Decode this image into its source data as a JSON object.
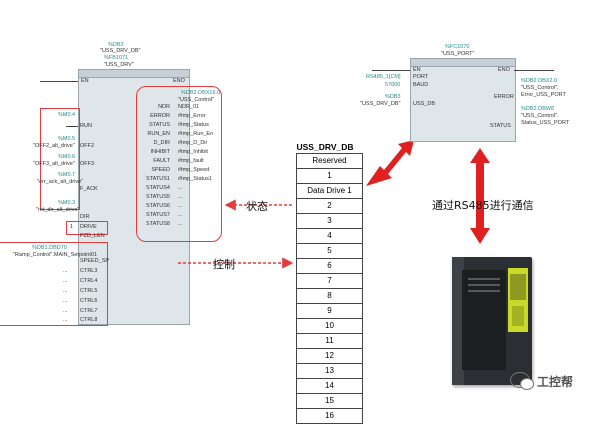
{
  "left_block": {
    "db_tag": "%DB3",
    "db_name": "\"USS_DRV_DB\"",
    "fb_tag": "%FB1071",
    "fb_name": "\"USS_DRV\"",
    "en": "EN",
    "eno": "ENO",
    "inputs": {
      "run_tag": "%M0.4",
      "run_pin": "RUN",
      "off2_tag": "%M0.5",
      "off2_var": "\"OFF2_alt_drive\"",
      "off2_pin": "OFF2",
      "off3_tag": "%M0.6",
      "off3_var": "\"OFF3_alt_drive\"",
      "off3_pin": "OFF3",
      "fack_tag": "%M0.7",
      "fack_var": "\"err_ack_alt_drive\"",
      "fack_pin": "F_ACK",
      "dir_tag": "%M0.3",
      "dir_var": "\"rot_dir_alt_drive\"",
      "dir_pin": "DIR",
      "drive_val": "1",
      "drive_pin": "DRIVE",
      "pzd_pin": "PZD_LEN",
      "speed_tag": "%DB1.DBD70",
      "speed_var": "\"Ramp_Control\".MAIN_Setpoint01",
      "speed_pin": "SPEED_SP",
      "ctrl_pins": [
        "CTRL3",
        "CTRL4",
        "CTRL5",
        "CTRL6",
        "CTRL7",
        "CTRL8"
      ],
      "ctrl_val": "..."
    },
    "outputs": {
      "tag": "%DB2.DBX16.0",
      "db": "\"USS_Control\"",
      "pins": [
        "NDR",
        "ERROR",
        "STATUS",
        "RUN_EN",
        "D_DIR",
        "INHIBIT",
        "FAULT",
        "SPEED",
        "STATUS1",
        "STATUS4",
        "STATUS5",
        "STATUS6",
        "STATUS7",
        "STATUS8"
      ],
      "values": [
        "NDR_01",
        "#tmp_Error",
        "#tmp_Status",
        "#tmp_Run_En",
        "#tmp_D_Dir",
        "#tmp_Inhibit",
        "#tmp_fault",
        "#tmp_Speed",
        "#tmp_Status1",
        "...",
        "...",
        "...",
        "...",
        "..."
      ]
    }
  },
  "right_block": {
    "fc_tag": "%FC1070",
    "fc_name": "\"USS_PORT\"",
    "en": "EN",
    "eno": "ENO",
    "port_var": "RS485_1[CM]",
    "port_pin": "PORT",
    "baud_var": "57600",
    "baud_pin": "BAUD",
    "db_tag": "%DB3",
    "db_var": "\"USS_DRV_DB\"",
    "db_pin": "USS_DB",
    "error_pin": "ERROR",
    "error_tag": "%DB2.DBX2.0",
    "error_db": "\"USS_Control\".",
    "error_var": "Error_USS_PORT",
    "status_pin": "STATUS",
    "status_tag": "%DB2.DBW8",
    "status_db": "\"USS_Control\".",
    "status_var": "Status_USS_PORT"
  },
  "table": {
    "title": "USS_DRV_DB",
    "rows": [
      "Reserved",
      "1",
      "Data Drive 1",
      "2",
      "3",
      "4",
      "5",
      "6",
      "7",
      "8",
      "9",
      "10",
      "11",
      "12",
      "13",
      "14",
      "15",
      "16"
    ]
  },
  "labels": {
    "status": "状态",
    "control": "控制",
    "comm": "通过RS485进行通信",
    "logo": "工控帮"
  },
  "colors": {
    "red": "#e23c3c",
    "block_fill": "#dfe6ea",
    "tag_teal": "#2a8a8a"
  }
}
